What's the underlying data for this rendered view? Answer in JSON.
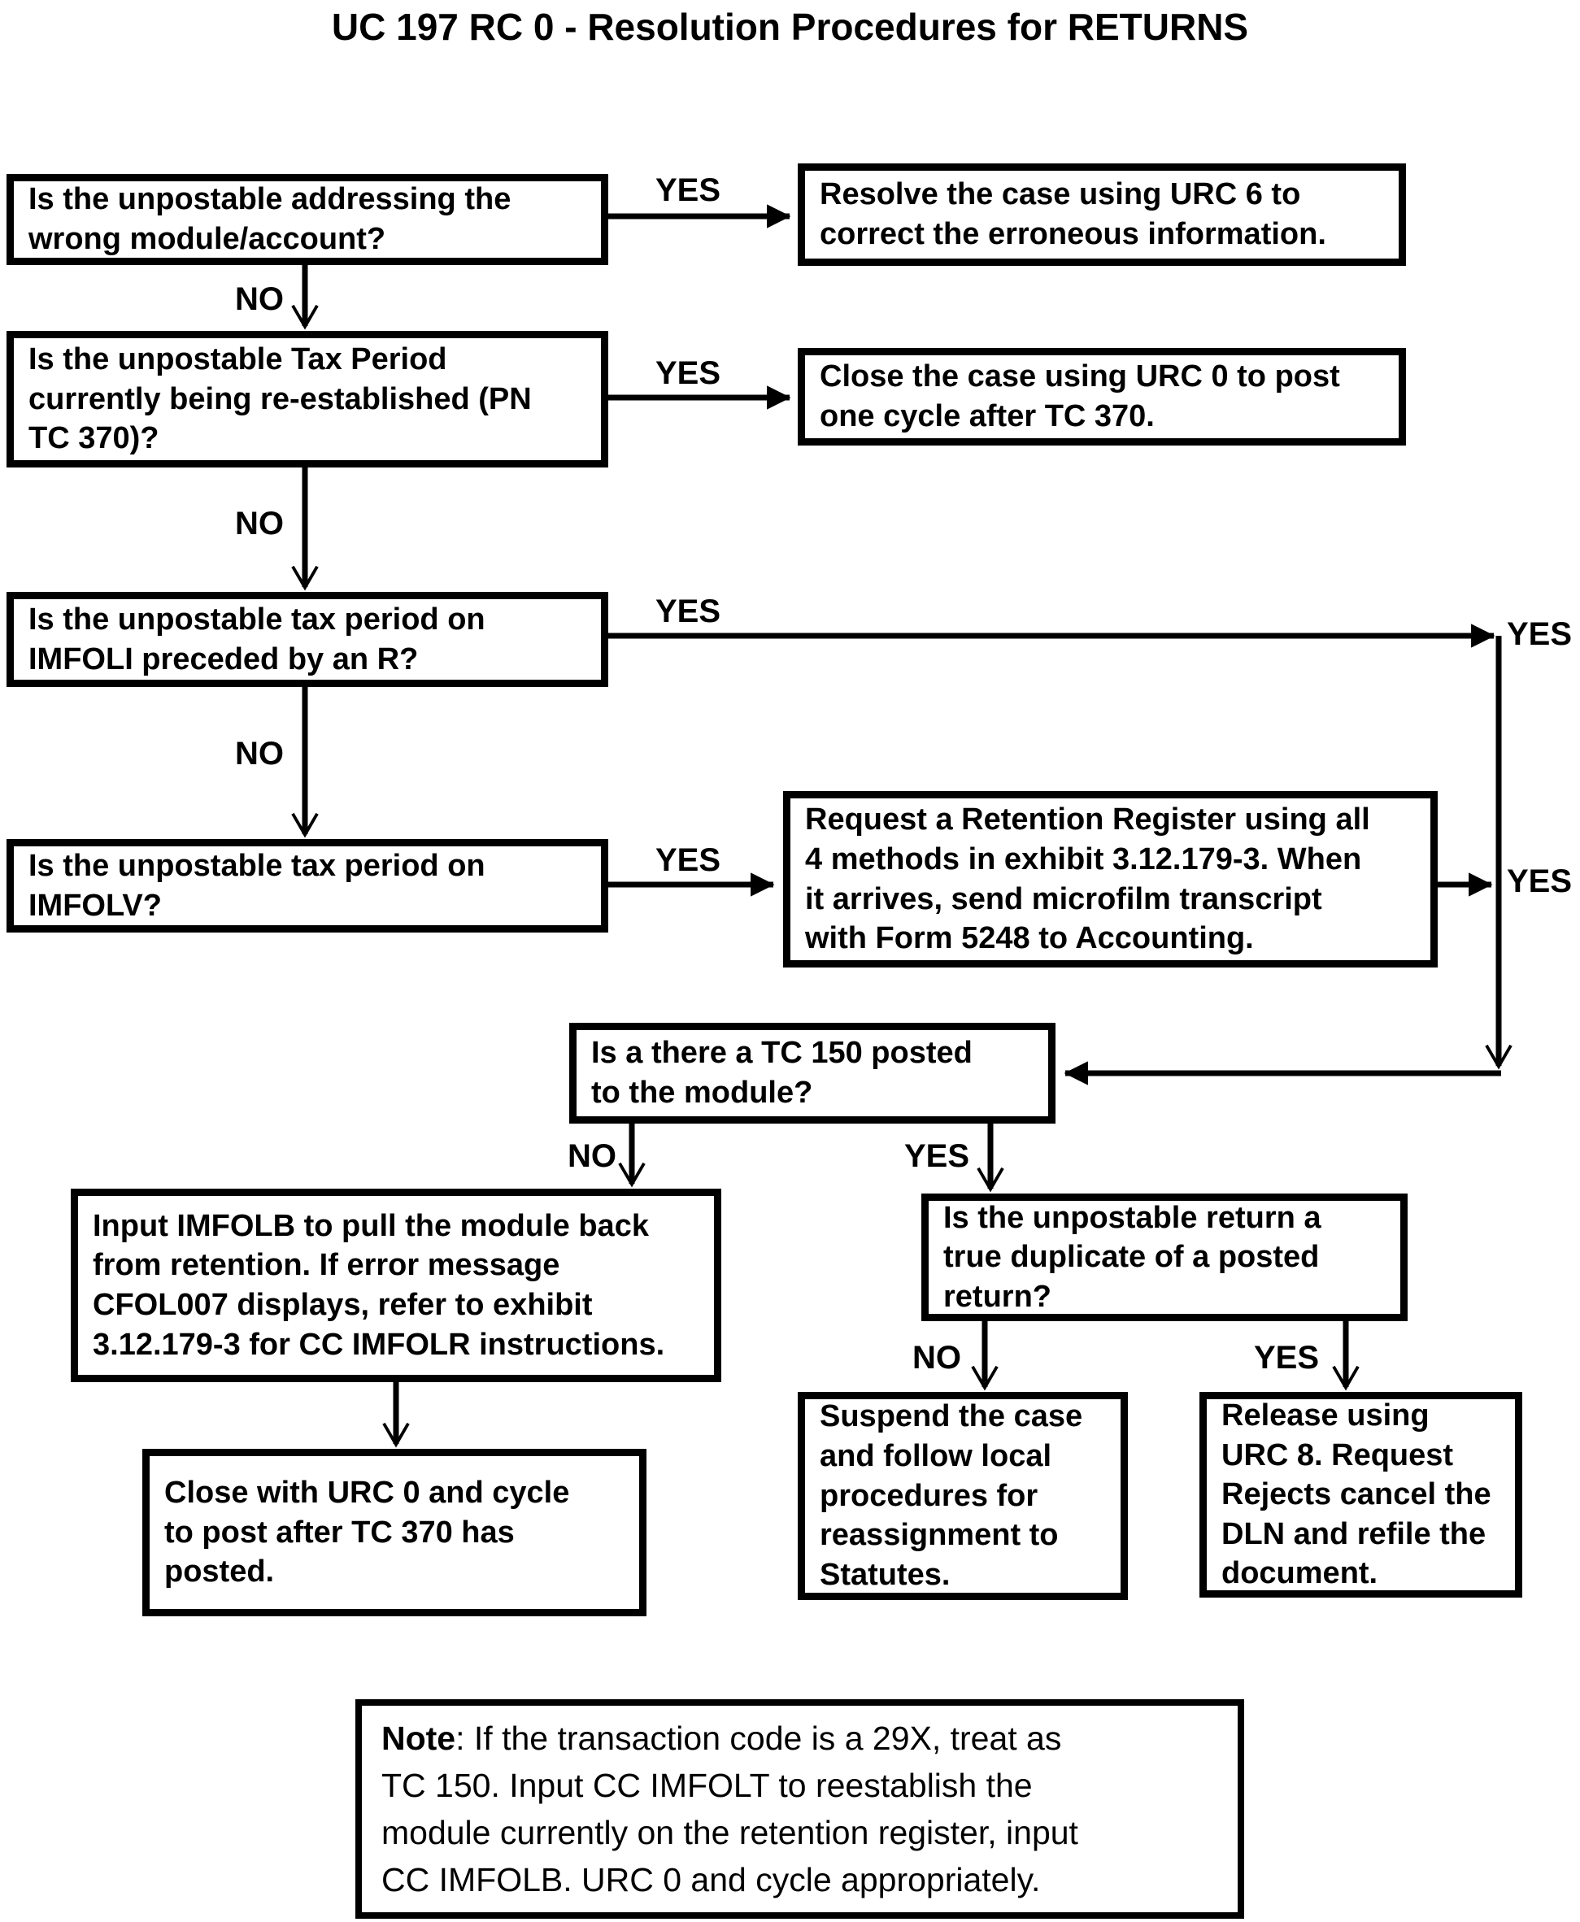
{
  "title": "UC 197 RC 0 - Resolution Procedures for RETURNS",
  "colors": {
    "line": "#000000",
    "background": "#ffffff",
    "text": "#000000"
  },
  "nodes": {
    "q_wrong_module": {
      "text": "Is the unpostable addressing the\nwrong module/account?"
    },
    "r_urc6": {
      "text": "Resolve the case using URC 6 to\ncorrect the erroneous information."
    },
    "q_tax_period_reestablished": {
      "text": "Is the unpostable Tax Period\ncurrently being re-established (PN\nTC 370)?"
    },
    "r_urc0_one_cycle": {
      "text": "Close the case using URC 0 to post\none cycle after TC 370."
    },
    "q_imfoli_r": {
      "text": "Is the unpostable tax period on\nIMFOLI preceded by an R?"
    },
    "q_imfolv": {
      "text": "Is the unpostable tax period on\nIMFOLV?"
    },
    "r_retention_register": {
      "text": "Request a Retention Register using all\n4 methods in exhibit 3.12.179-3. When\nit arrives, send microfilm transcript\nwith Form 5248 to Accounting."
    },
    "q_tc150_posted": {
      "text": "Is a there a TC 150 posted\nto the module?"
    },
    "r_imfolb": {
      "text": "Input IMFOLB to pull the module back\nfrom retention. If error message\nCFOL007 displays, refer to exhibit\n3.12.179-3 for CC IMFOLR instructions."
    },
    "r_close_urc0": {
      "text": "Close with URC 0 and cycle\nto post after TC 370 has\nposted."
    },
    "q_true_duplicate": {
      "text": "Is the unpostable return a\ntrue duplicate of a posted\nreturn?"
    },
    "r_suspend_statutes": {
      "text": "Suspend the case\nand follow local\nprocedures for\nreassignment to\nStatutes."
    },
    "r_release_urc8": {
      "text": "Release using\nURC 8. Request\nRejects cancel the\nDLN and refile the\ndocument."
    }
  },
  "labels": {
    "q1_yes": "YES",
    "q1_no": "NO",
    "q2_yes": "YES",
    "q2_no": "NO",
    "q3_yes_left": "YES",
    "q3_yes_right": "YES",
    "q3_no": "NO",
    "q4_yes": "YES",
    "q4_yes_right": "YES",
    "tc150_no": "NO",
    "tc150_yes": "YES",
    "dup_no": "NO",
    "dup_yes": "YES"
  },
  "note": {
    "label": "Note",
    "body": ": If the transaction code is a 29X, treat as\nTC 150. Input CC IMFOLT to reestablish the\nmodule currently on the retention register, input\nCC IMFOLB. URC 0 and cycle appropriately."
  }
}
